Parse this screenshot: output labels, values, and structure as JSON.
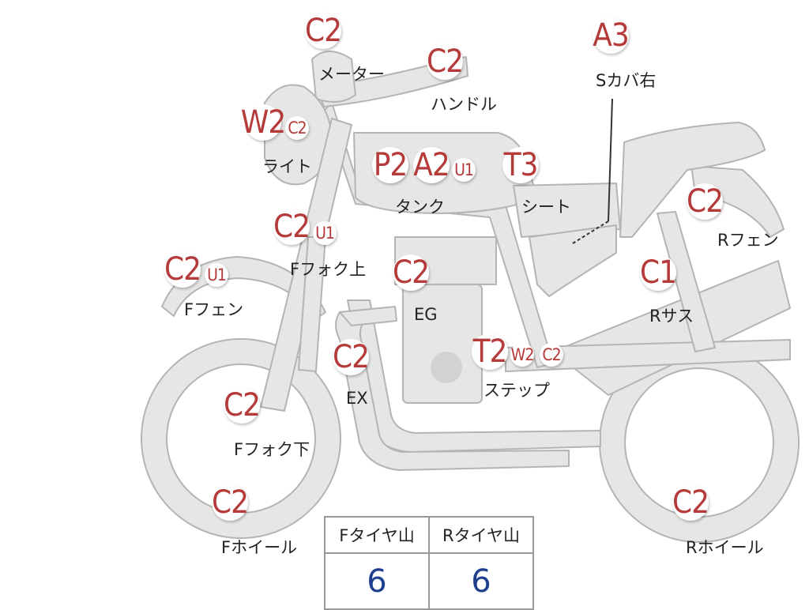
{
  "parts": [
    {
      "id": "meter",
      "label": "メーター",
      "badges": [
        {
          "code": "C2",
          "size": "big"
        }
      ]
    },
    {
      "id": "handle",
      "label": "ハンドル",
      "badges": [
        {
          "code": "C2",
          "size": "big"
        }
      ]
    },
    {
      "id": "side-cover-right",
      "label": "Sカバ右",
      "badges": [
        {
          "code": "A3",
          "size": "big"
        }
      ]
    },
    {
      "id": "light",
      "label": "ライト",
      "badges": [
        {
          "code": "W2",
          "size": "big"
        },
        {
          "code": "C2",
          "size": "small"
        }
      ]
    },
    {
      "id": "tank",
      "label": "タンク",
      "badges": [
        {
          "code": "P2",
          "size": "big"
        },
        {
          "code": "A2",
          "size": "big"
        },
        {
          "code": "U1",
          "size": "small"
        }
      ]
    },
    {
      "id": "seat",
      "label": "シート",
      "badges": [
        {
          "code": "T3",
          "size": "big"
        }
      ]
    },
    {
      "id": "rear-fender",
      "label": "Rフェン",
      "badges": [
        {
          "code": "C2",
          "size": "big"
        }
      ]
    },
    {
      "id": "front-fork-upper",
      "label": "Fフォク上",
      "badges": [
        {
          "code": "C2",
          "size": "big"
        },
        {
          "code": "U1",
          "size": "small"
        }
      ]
    },
    {
      "id": "front-fender",
      "label": "Fフェン",
      "badges": [
        {
          "code": "C2",
          "size": "big"
        },
        {
          "code": "U1",
          "size": "small"
        }
      ]
    },
    {
      "id": "engine",
      "label": "EG",
      "badges": [
        {
          "code": "C2",
          "size": "big"
        }
      ]
    },
    {
      "id": "rear-suspension",
      "label": "Rサス",
      "badges": [
        {
          "code": "C1",
          "size": "big"
        }
      ]
    },
    {
      "id": "exhaust",
      "label": "EX",
      "badges": [
        {
          "code": "C2",
          "size": "big"
        }
      ]
    },
    {
      "id": "step",
      "label": "ステップ",
      "badges": [
        {
          "code": "T2",
          "size": "big"
        },
        {
          "code": "W2",
          "size": "small"
        },
        {
          "code": "C2",
          "size": "small"
        }
      ]
    },
    {
      "id": "front-fork-lower",
      "label": "Fフォク下",
      "badges": [
        {
          "code": "C2",
          "size": "big"
        }
      ]
    },
    {
      "id": "front-wheel",
      "label": "Fホイール",
      "badges": [
        {
          "code": "C2",
          "size": "big"
        }
      ]
    },
    {
      "id": "rear-wheel",
      "label": "Rホイール",
      "badges": [
        {
          "code": "C2",
          "size": "big"
        }
      ]
    }
  ],
  "tread_table": {
    "front_header": "Fタイヤ山",
    "rear_header": "Rタイヤ山",
    "front_value": "6",
    "rear_value": "6"
  },
  "colors": {
    "body": "#e6e6e4",
    "outline": "#b4b4b2",
    "badge_text": "#b53a3a",
    "value_text": "#1e3f8f"
  }
}
